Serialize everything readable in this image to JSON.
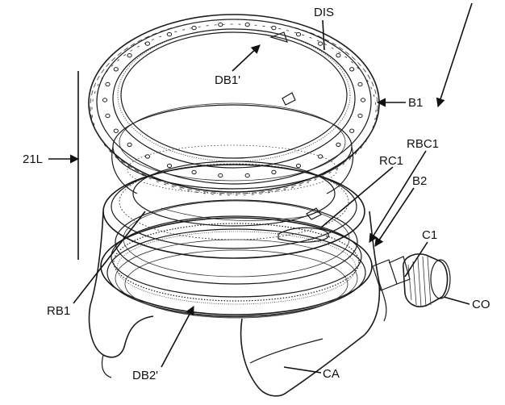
{
  "labels": {
    "dis": "DIS",
    "db1": "DB1'",
    "b1": "B1",
    "l21": "21L",
    "rbc1": "RBC1",
    "rc1": "RC1",
    "b2": "B2",
    "c1": "C1",
    "co": "CO",
    "rb1": "RB1",
    "db2": "DB2'",
    "ca": "CA"
  },
  "colors": {
    "line": "#1a1a1a",
    "background": "#ffffff"
  }
}
